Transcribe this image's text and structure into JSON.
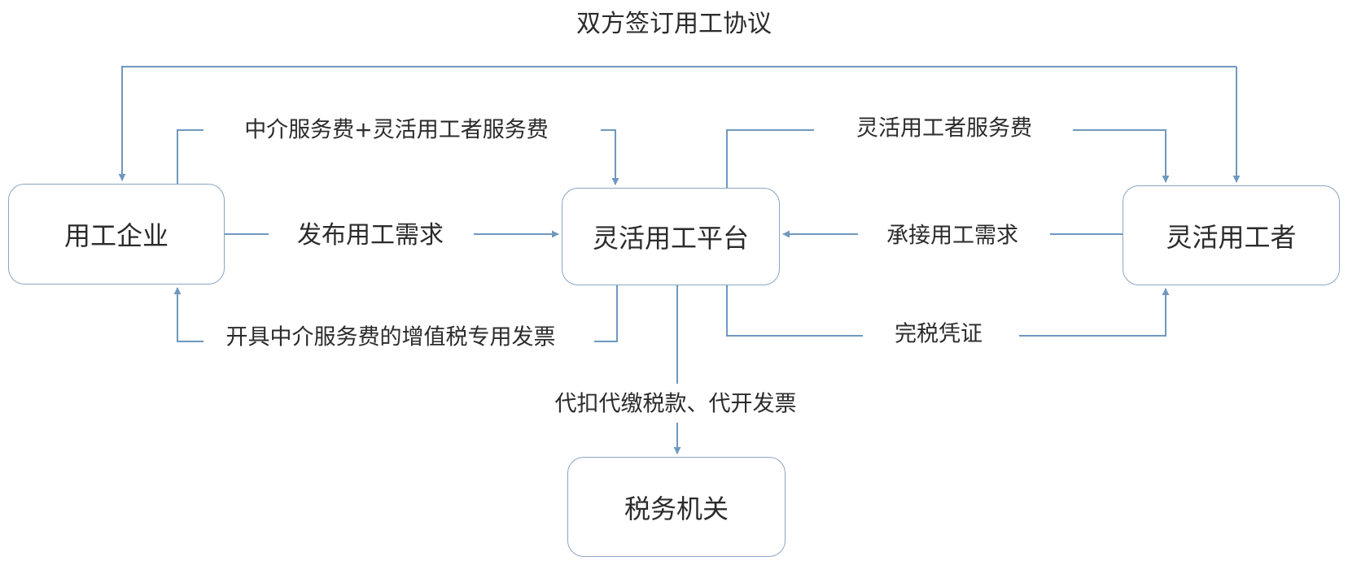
{
  "colors": {
    "line": "#6f98bf",
    "node_border": "#8aa6c1",
    "text": "#2b2b2b"
  },
  "nodes": {
    "enterprise": "用工企业",
    "platform": "灵活用工平台",
    "worker": "灵活用工者",
    "tax_authority": "税务机关"
  },
  "edges": {
    "agreement": "双方签订用工协议",
    "fee_to_platform": "中介服务费+灵活用工者服务费",
    "publish_demand": "发布用工需求",
    "invoice": "开具中介服务费的增值税专用发票",
    "worker_fee": "灵活用工者服务费",
    "accept_demand": "承接用工需求",
    "tax_certificate": "完税凭证",
    "withhold_tax": "代扣代缴税款、代开发票"
  }
}
